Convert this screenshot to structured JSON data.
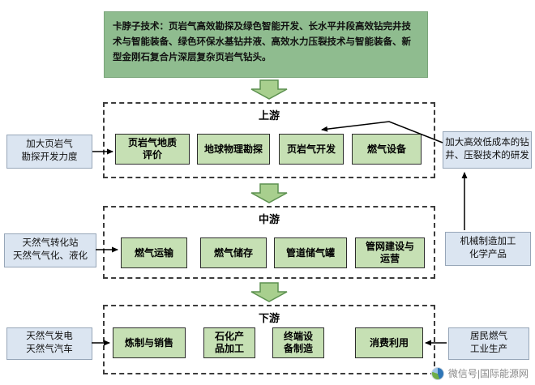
{
  "banner": {
    "lead": "卡脖子技术：",
    "body": "页岩气高效勘探及绿色智能开发、长水平井段高效钻完井技术与智能装备、绿色环保水基钻井液、高效水力压裂技术与智能装备、新型金刚石复合片深层复杂页岩气钻头。"
  },
  "sections": [
    {
      "label": "上游",
      "boxes": [
        "页岩气地质\n评价",
        "地球物理勘探",
        "页岩气开发",
        "燃气设备"
      ]
    },
    {
      "label": "中游",
      "boxes": [
        "燃气运输",
        "燃气储存",
        "管道储气罐",
        "管网建设与\n运营"
      ]
    },
    {
      "label": "下游",
      "boxes": [
        "炼制与销售",
        "石化产\n品加工",
        "终端设\n备制造",
        "消费利用"
      ]
    }
  ],
  "side_notes": {
    "upstream_left": "加大页岩气\n勘探开发力度",
    "upstream_right": "加大高效低成本的钻\n井、压裂技术的研发",
    "midstream_left": "天然气转化站\n天然气气化、液化",
    "midstream_right": "机械制造加工\n化学产品",
    "downstream_left": "天然气发电\n天然气汽车",
    "downstream_right": "居民燃气\n工业生产"
  },
  "watermark": {
    "text": "微信号|国际能源网"
  },
  "colors": {
    "banner_bg": "#8fbc8f",
    "box_green": "#c6e0b4",
    "box_blue": "#dbe5f1",
    "arrow_fill": "#a8cf8e",
    "arrow_stroke": "#5d9150",
    "line": "#000000"
  }
}
